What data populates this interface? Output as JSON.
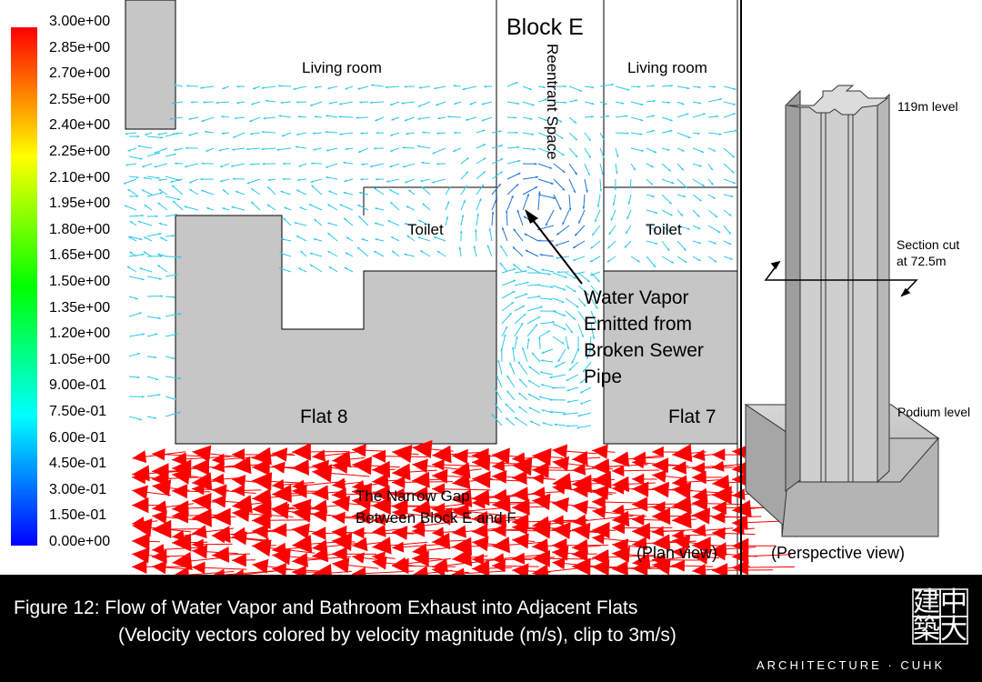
{
  "legend": {
    "values": [
      "3.00e+00",
      "2.85e+00",
      "2.70e+00",
      "2.55e+00",
      "2.40e+00",
      "2.25e+00",
      "2.10e+00",
      "1.95e+00",
      "1.80e+00",
      "1.65e+00",
      "1.50e+00",
      "1.35e+00",
      "1.20e+00",
      "1.05e+00",
      "9.00e-01",
      "7.50e-01",
      "6.00e-01",
      "4.50e-01",
      "3.00e-01",
      "1.50e-01",
      "0.00e+00"
    ],
    "colors": [
      "#ff0000",
      "#ffff00",
      "#00ff00",
      "#00ffff",
      "#0000ff"
    ]
  },
  "plan": {
    "block": "Block E",
    "reentrant": "Reentrant Space",
    "living_left": "Living room",
    "living_right": "Living room",
    "toilet_left": "Toilet",
    "toilet_right": "Toilet",
    "flat_left": "Flat 8",
    "flat_right": "Flat 7",
    "vapor": [
      "Water Vapor",
      "Emitted from",
      "Broken Sewer",
      "Pipe"
    ],
    "gap": [
      "The Narrow Gap",
      "Between Block E and F"
    ],
    "view": "(Plan view)",
    "vector_colors": {
      "cyan": "#2ec8e8",
      "blue": "#1f73d6",
      "red": "#ff0000"
    }
  },
  "perspective": {
    "top": "119m level",
    "section": [
      "Section cut",
      "at 72.5m"
    ],
    "podium": "Podium level",
    "view": "(Perspective view)"
  },
  "caption": {
    "line1": "Figure 12: Flow of Water Vapor and Bathroom Exhaust into Adjacent Flats",
    "line2": "(Velocity vectors colored by velocity magnitude (m/s), clip to 3m/s)"
  },
  "logo": {
    "chars": [
      "建",
      "中",
      "築",
      "大"
    ],
    "text": "ARCHITECTURE · CUHK"
  }
}
